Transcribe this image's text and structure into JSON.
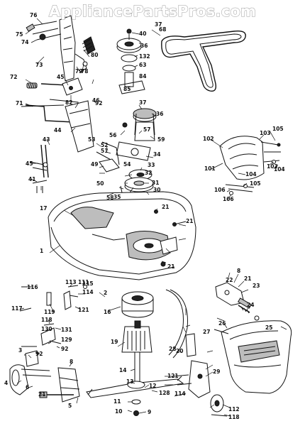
{
  "watermark": "AppliancePartsPros.com",
  "colors": {
    "ink": "#111111",
    "watermark_outline": "#9a9a9a",
    "background": "#ffffff"
  },
  "callouts": [
    "76",
    "75",
    "74",
    "73",
    "80",
    "79",
    "78",
    "72",
    "45",
    "82",
    "92",
    "71",
    "46",
    "44",
    "43",
    "45",
    "41",
    "40",
    "37",
    "68",
    "36",
    "132",
    "63",
    "85",
    "84",
    "37",
    "36",
    "56",
    "59",
    "57",
    "53",
    "52",
    "51",
    "34",
    "33",
    "32",
    "49",
    "50",
    "31",
    "58",
    "35",
    "30",
    "54",
    "17",
    "21",
    "21",
    "1",
    "21",
    "102",
    "103",
    "105",
    "101",
    "104",
    "103",
    "104",
    "106",
    "105",
    "106",
    "116",
    "113",
    "111",
    "115",
    "114",
    "117",
    "119",
    "121",
    "16",
    "2",
    "118",
    "130",
    "131",
    "129",
    "92",
    "3",
    "92",
    "6",
    "8",
    "4",
    "5",
    "21",
    "19",
    "14",
    "13",
    "12",
    "128",
    "11",
    "10",
    "9",
    "8",
    "22",
    "21",
    "23",
    "24",
    "25",
    "26",
    "27",
    "20",
    "28",
    "29",
    "121",
    "114",
    "112",
    "118",
    "119",
    "113",
    "117",
    "115"
  ]
}
